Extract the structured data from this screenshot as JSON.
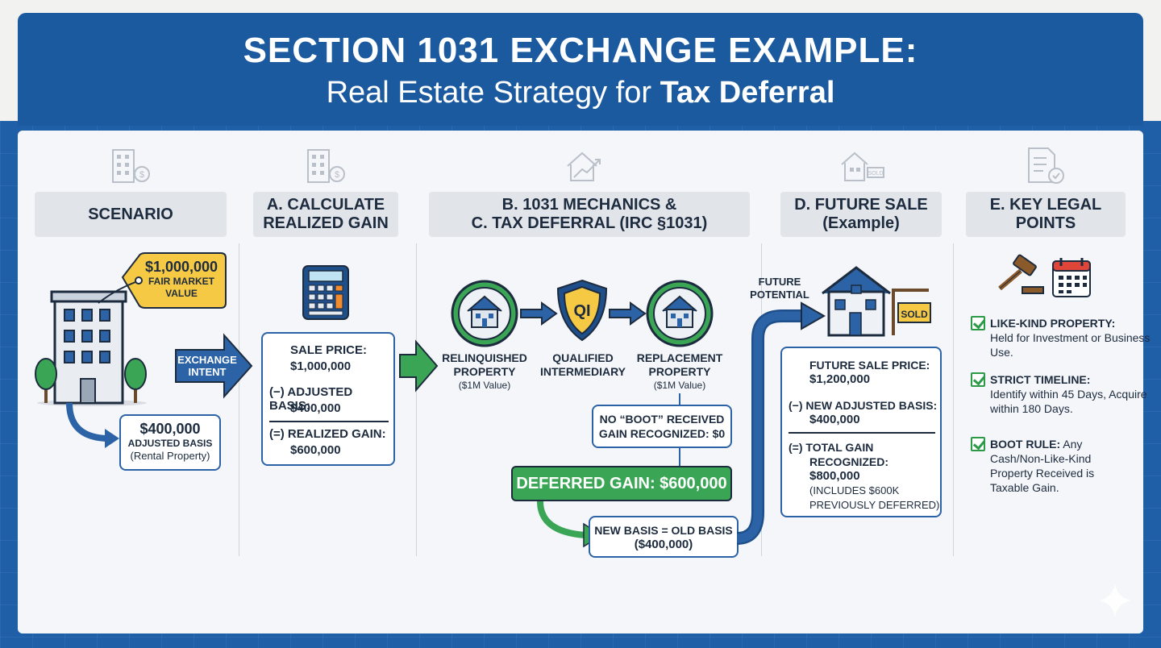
{
  "header": {
    "title": "SECTION 1031 EXCHANGE EXAMPLE:",
    "subtitle_plain": "Real Estate Strategy for ",
    "subtitle_bold": "Tax Deferral"
  },
  "columns": {
    "scenario": "SCENARIO",
    "calc_line1": "A. CALCULATE",
    "calc_line2": "REALIZED GAIN",
    "mech_line1": "B. 1031 MECHANICS &",
    "mech_line2": "C. TAX DEFERRAL (IRC §1031)",
    "future_line1": "D. FUTURE SALE",
    "future_line2": "(Example)",
    "legal_line1": "E. KEY LEGAL",
    "legal_line2": "POINTS"
  },
  "scenario": {
    "tag_value": "$1,000,000",
    "tag_line1": "FAIR MARKET",
    "tag_line2": "VALUE",
    "exchange_line1": "EXCHANGE",
    "exchange_line2": "INTENT",
    "basis_value": "$400,000",
    "basis_label": "ADJUSTED BASIS",
    "basis_sub": "(Rental Property)"
  },
  "calc": {
    "sale_label": "SALE PRICE:",
    "sale_value": "$1,000,000",
    "basis_label": "(−) ADJUSTED BASIS:",
    "basis_value": "$400,000",
    "gain_label": "(=) REALIZED GAIN:",
    "gain_value": "$600,000"
  },
  "mechanics": {
    "relinquished_line1": "RELINQUISHED",
    "relinquished_line2": "PROPERTY",
    "relinquished_sub": "($1M Value)",
    "qi_badge": "QI",
    "qi_line1": "QUALIFIED",
    "qi_line2": "INTERMEDIARY",
    "replacement_line1": "REPLACEMENT",
    "replacement_line2": "PROPERTY",
    "replacement_sub": "($1M Value)",
    "boot_line1": "NO “BOOT” RECEIVED",
    "boot_line2": "GAIN RECOGNIZED: $0",
    "deferred": "DEFERRED GAIN: $600,000",
    "newbasis_line1": "NEW BASIS = OLD BASIS",
    "newbasis_line2": "($400,000)"
  },
  "future": {
    "potential_line1": "FUTURE",
    "potential_line2": "POTENTIAL",
    "sold_sign": "SOLD",
    "sale_label": "FUTURE SALE PRICE:",
    "sale_value": "$1,200,000",
    "basis_label": "(−) NEW ADJUSTED BASIS:",
    "basis_value": "$400,000",
    "gain_line1": "(=) TOTAL GAIN",
    "gain_line2": "RECOGNIZED:",
    "gain_value": "$800,000",
    "note_line1": "(INCLUDES $600K",
    "note_line2": "PREVIOUSLY DEFERRED)"
  },
  "legal": {
    "p1_title": "LIKE-KIND PROPERTY:",
    "p1_text": "Held for Investment or Business Use.",
    "p2_title": "STRICT TIMELINE:",
    "p2_text": "Identify within 45 Days, Acquire within 180 Days.",
    "p3_title": "BOOT RULE:",
    "p3_text": "Any Cash/Non-Like-Kind Property Received is Taxable Gain."
  },
  "colors": {
    "brand_blue": "#1c5aa0",
    "accent_green": "#3aa655",
    "tag_yellow": "#f6c945",
    "ink": "#1d2b3e"
  },
  "icons": [
    "building-dollar-icon",
    "house-growth-icon",
    "house-sold-icon",
    "checklist-icon",
    "calculator-icon",
    "gavel-icon",
    "calendar-icon",
    "shield-icon",
    "check-icon"
  ]
}
